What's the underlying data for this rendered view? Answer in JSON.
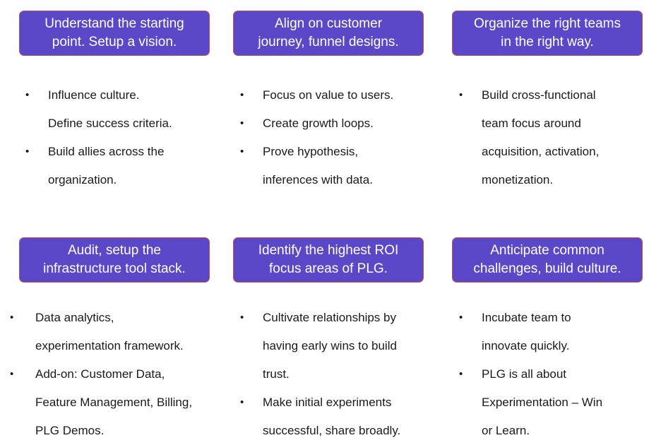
{
  "cards": [
    {
      "header": [
        "Understand the starting",
        "point. Setup a vision."
      ],
      "bullets": [
        [
          "Influence culture.",
          "Define success criteria."
        ],
        [
          "Build allies across the",
          "organization."
        ]
      ]
    },
    {
      "header": [
        "Align on customer",
        "journey, funnel designs."
      ],
      "bullets": [
        [
          "Focus on value to users."
        ],
        [
          "Create growth loops."
        ],
        [
          "Prove hypothesis,",
          "inferences with data."
        ]
      ]
    },
    {
      "header": [
        "Organize the right teams",
        "in the right way."
      ],
      "bullets": [
        [
          "Build cross-functional",
          "team focus around",
          "acquisition, activation,",
          "monetization."
        ]
      ]
    },
    {
      "header": [
        "Audit, setup the",
        "infrastructure tool stack."
      ],
      "bullets": [
        [
          "Data analytics,",
          "experimentation framework."
        ],
        [
          "Add-on: Customer Data,",
          "Feature Management, Billing,",
          "PLG Demos."
        ]
      ]
    },
    {
      "header": [
        "Identify the highest ROI",
        "focus areas of PLG."
      ],
      "bullets": [
        [
          "Cultivate relationships by",
          "having early wins to build",
          "trust."
        ],
        [
          "Make initial experiments",
          "successful, share broadly."
        ]
      ]
    },
    {
      "header": [
        "Anticipate common",
        "challenges, build culture."
      ],
      "bullets": [
        [
          "Incubate team to",
          "innovate quickly."
        ],
        [
          "PLG is all about",
          "Experimentation – Win",
          "or Learn."
        ]
      ]
    }
  ]
}
